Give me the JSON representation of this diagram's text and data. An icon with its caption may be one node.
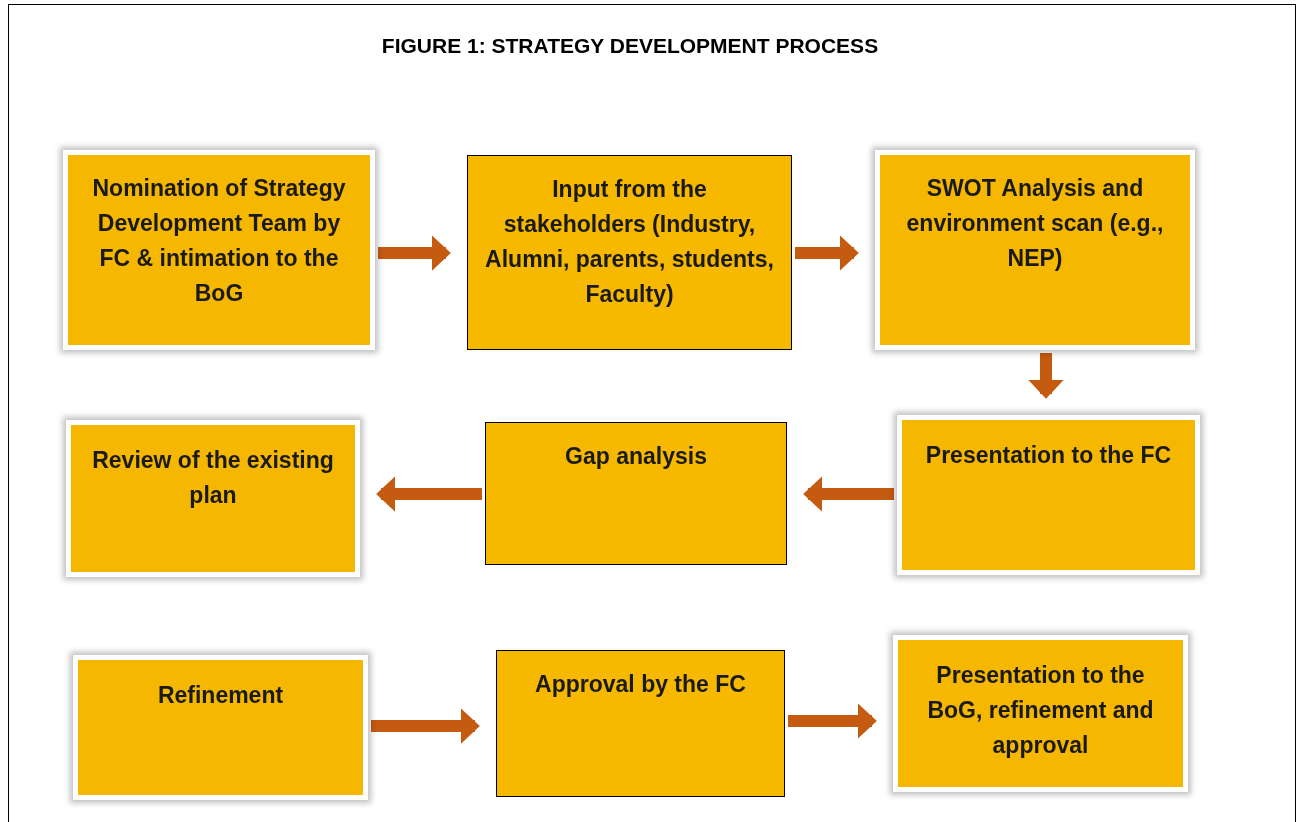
{
  "diagram": {
    "title": "FIGURE 1: STRATEGY DEVELOPMENT PROCESS",
    "nodes": [
      {
        "text": [
          "Nomination of Strategy Development Team by FC & intimation to the BoG"
        ]
      },
      {
        "text": [
          "Input from the stakeholders (Industry, Alumni, parents, students, Faculty)"
        ]
      },
      {
        "text": [
          "SWOT Analysis and environment scan (e.g., NEP)"
        ]
      },
      {
        "text": [
          "Presentation to the FC"
        ]
      },
      {
        "text": [
          "Gap analysis"
        ]
      },
      {
        "text": [
          "Review of the existing plan"
        ]
      },
      {
        "text": [
          "Refinement"
        ]
      },
      {
        "text": [
          "Approval by the FC"
        ]
      },
      {
        "text": [
          "Presentation to the BoG, refinement and approval"
        ]
      }
    ],
    "edges": [
      {
        "from": 0,
        "to": 1,
        "arrow": "to"
      },
      {
        "from": 1,
        "to": 2,
        "arrow": "to"
      },
      {
        "from": 2,
        "to": 3,
        "arrow": "to"
      },
      {
        "from": 3,
        "to": 4,
        "arrow": "to"
      },
      {
        "from": 4,
        "to": 5,
        "arrow": "to"
      },
      {
        "from": 6,
        "to": 7,
        "arrow": "to"
      },
      {
        "from": 7,
        "to": 8,
        "arrow": "to"
      }
    ]
  }
}
